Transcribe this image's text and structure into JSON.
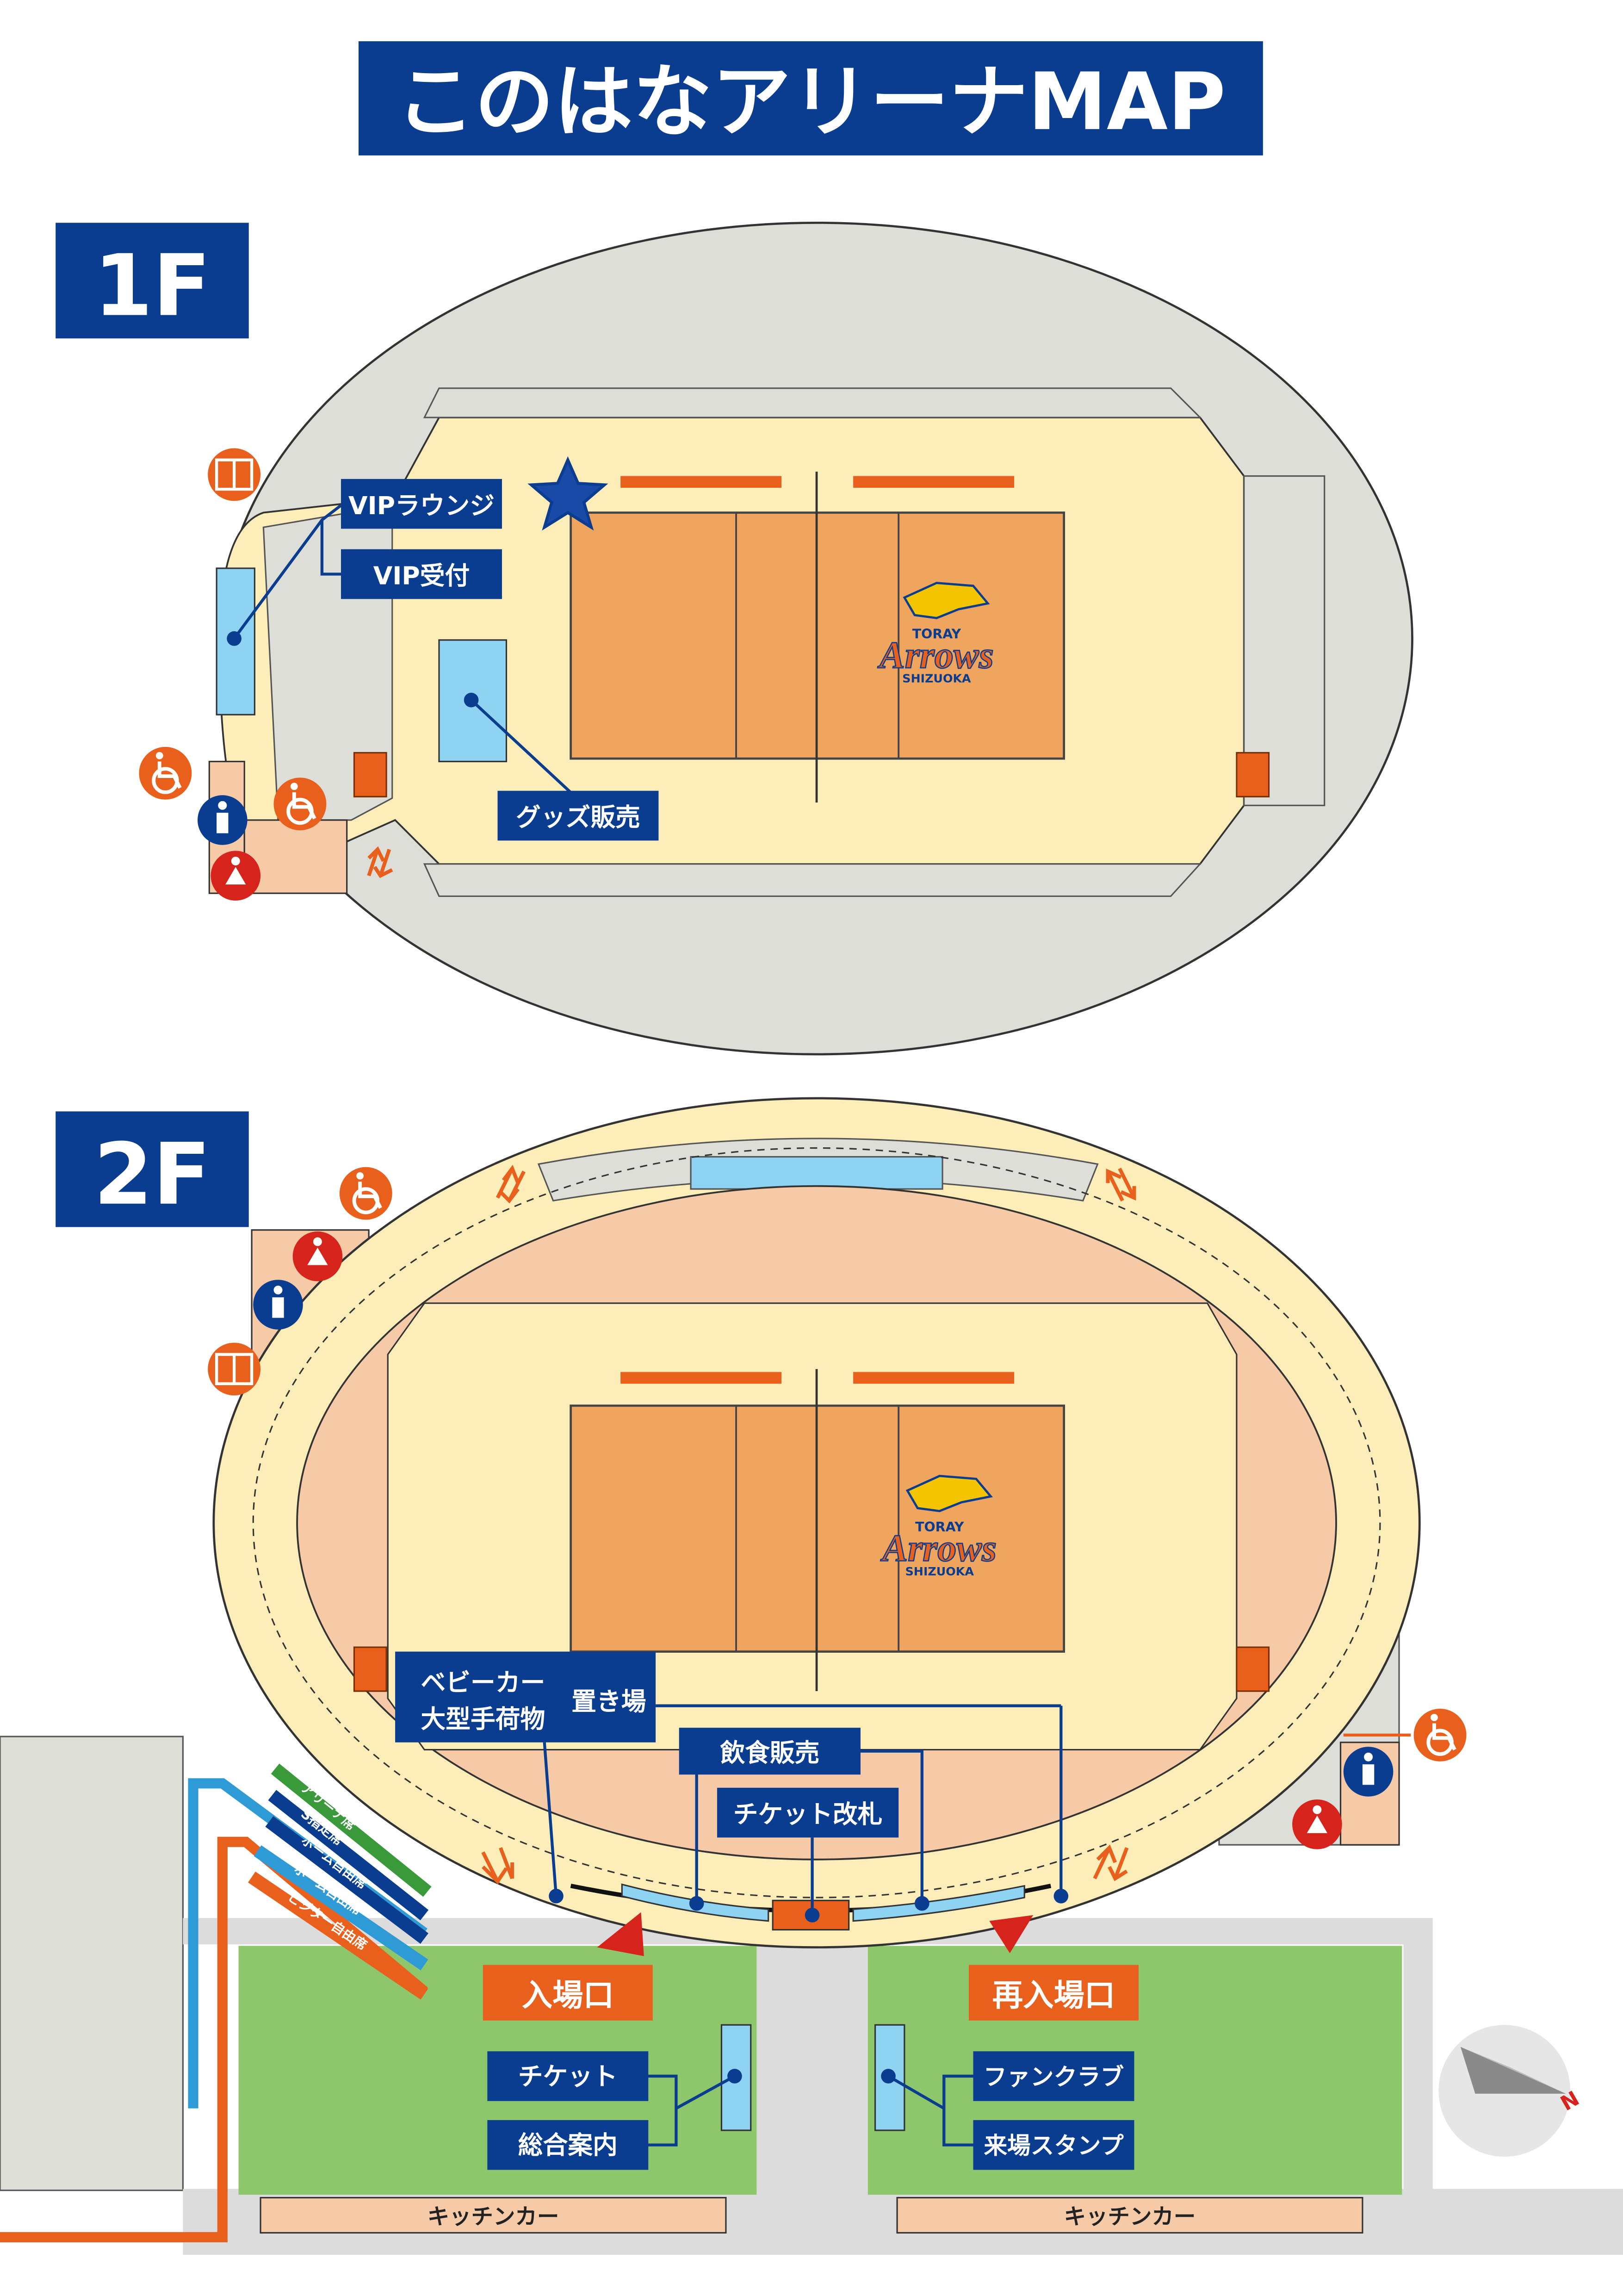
{
  "title": "このはなアリーナMAP",
  "colors": {
    "navy": "#0a3d8f",
    "orange": "#e8601c",
    "court": "#f0a55e",
    "floor": "#fdeeb9",
    "stands_gray": "#deded8",
    "stands_pink": "#f6c9a7",
    "lightblue": "#8ed3f2",
    "green": "#8ec66b",
    "road": "#dcdcdc",
    "male": "#0a3d8f",
    "female": "#d6231c"
  },
  "floor1": {
    "label": "1F",
    "vip_lounge": "VIPラウンジ",
    "vip_reception": "VIP受付",
    "goods": "グッズ販売",
    "icons": [
      "elevator-icon",
      "wheelchair-icon",
      "male-restroom-icon",
      "female-restroom-icon",
      "star-icon"
    ]
  },
  "floor2": {
    "label": "2F",
    "stroller_line1": "ベビーカー",
    "stroller_line2": "大型手荷物",
    "stroller_line3": "置き場",
    "food": "飲食販売",
    "ticket_gate": "チケット改札",
    "entrance": "入場口",
    "reentrance": "再入場口",
    "ticket": "チケット",
    "info": "総合案内",
    "fanclub": "ファンクラブ",
    "stamp": "来場スタンプ",
    "kitchen_car_1": "キッチンカー",
    "kitchen_car_2": "キッチンカー",
    "compass_n": "N",
    "routes": [
      {
        "label": "アリーナ席",
        "color": "#3a9a3a"
      },
      {
        "label": "S指定席",
        "color": "#0a3d8f"
      },
      {
        "label": "ホーム自由席",
        "color": "#0a3d8f"
      },
      {
        "label": "ホーム自由席",
        "color": "#2e9ad6"
      },
      {
        "label": "ビジター自由席",
        "color": "#e8601c"
      }
    ]
  },
  "logo": {
    "line1": "TORAY",
    "line2": "Arrows",
    "line3": "SHIZUOKA"
  }
}
